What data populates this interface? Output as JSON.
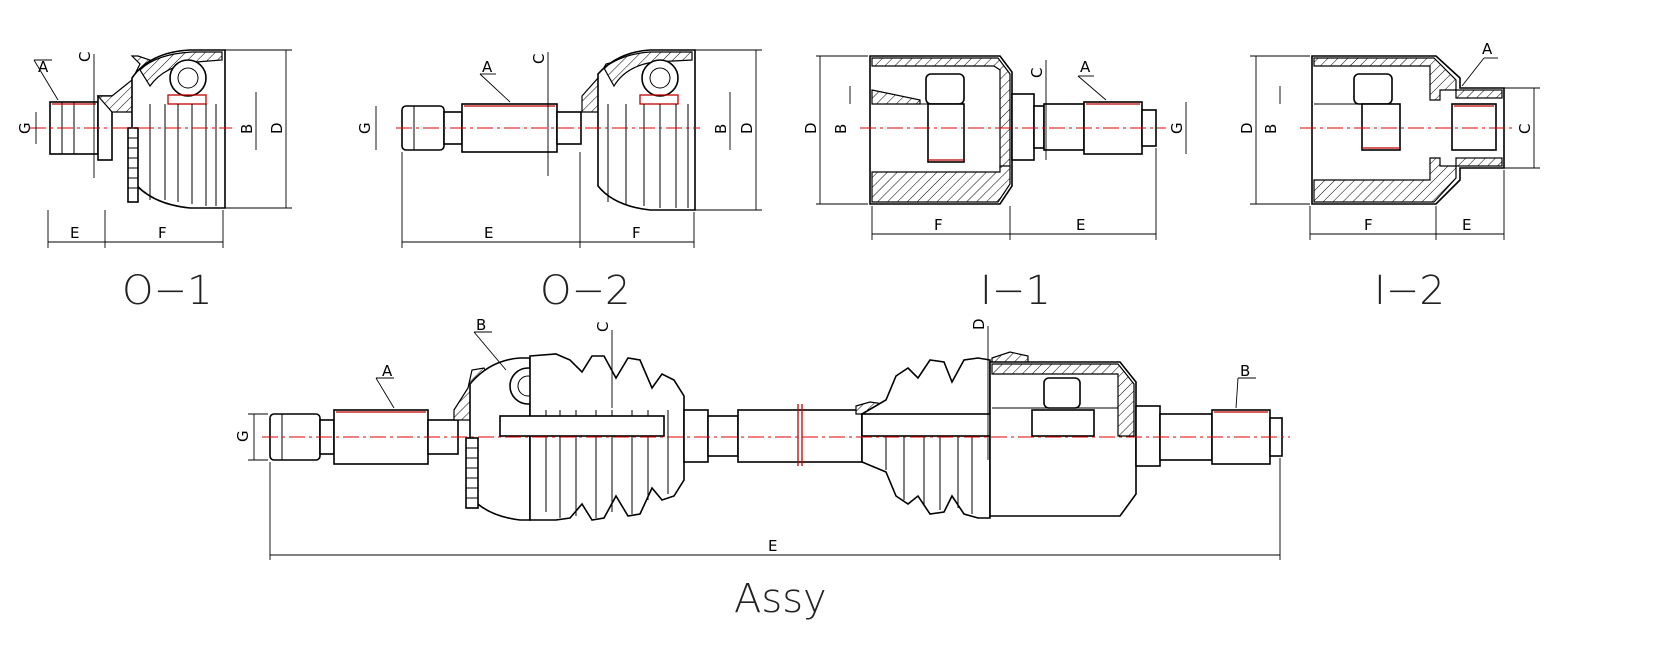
{
  "views": [
    {
      "id": "O-1",
      "caption": "O−1",
      "labels": {
        "A": "A",
        "B": "B",
        "C": "C",
        "D": "D",
        "E": "E",
        "F": "F",
        "G": "G"
      }
    },
    {
      "id": "O-2",
      "caption": "O−2",
      "labels": {
        "A": "A",
        "B": "B",
        "C": "C",
        "D": "D",
        "E": "E",
        "F": "F",
        "G": "G"
      }
    },
    {
      "id": "I-1",
      "caption": "I−1",
      "labels": {
        "A": "A",
        "B": "B",
        "C": "C",
        "D": "D",
        "E": "E",
        "F": "F",
        "G": "G"
      }
    },
    {
      "id": "I-2",
      "caption": "I−2",
      "labels": {
        "A": "A",
        "B": "B",
        "C": "C",
        "D": "D",
        "E": "E",
        "F": "F"
      }
    },
    {
      "id": "Assy",
      "caption": "Assy",
      "labels": {
        "A": "A",
        "B1": "B",
        "B2": "B",
        "C": "C",
        "D": "D",
        "E": "E",
        "G": "G"
      }
    }
  ],
  "colors": {
    "outline": "#000000",
    "centerline": "#e00000",
    "highlight": "#c00000"
  }
}
